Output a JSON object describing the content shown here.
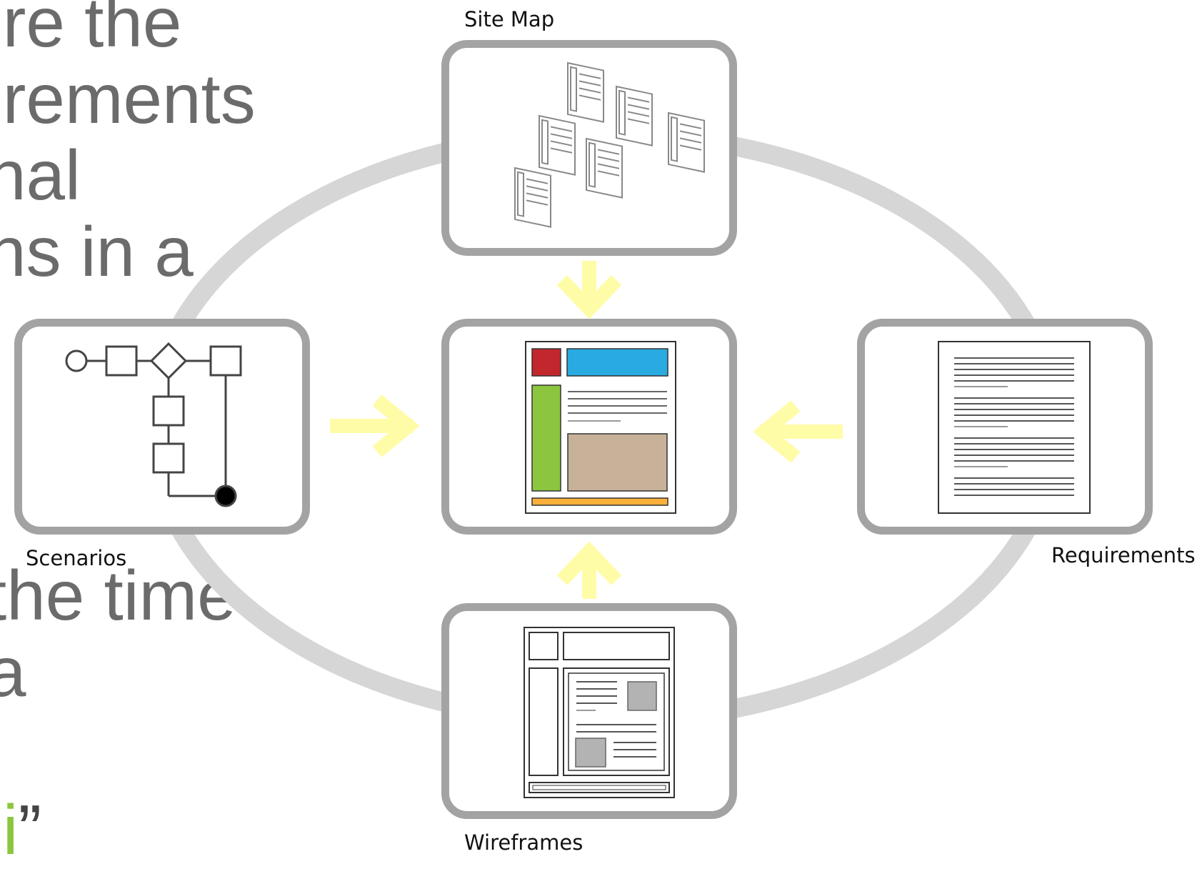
{
  "slide_text": {
    "lines": [
      "ire the",
      "irements",
      "nal",
      "ns in a",
      "the time",
      " a",
      "li",
      "”"
    ]
  },
  "diagram": {
    "labels": {
      "site_map": "Site Map",
      "scenarios": "Scenarios",
      "requirements": "Requirements",
      "wireframes": "Wireframes"
    }
  },
  "colors": {
    "cycle_ring": "#d6d6d6",
    "box_border": "#a3a3a3",
    "arrow": "#fffca8",
    "slide_text": "#6b6b6b",
    "slide_accent": "#8cc63f",
    "mock_red": "#c1272d",
    "mock_blue": "#29abe2",
    "mock_green": "#8cc63f",
    "mock_tan": "#c7b299",
    "mock_orange": "#fbb03b",
    "thumbnail_fill": "#b3b3b3"
  },
  "icons": {
    "site_map": "site-map-pages-icon",
    "scenarios": "flowchart-icon",
    "center": "page-layout-mockup-icon",
    "requirements": "requirements-document-icon",
    "wireframes": "wireframe-icon"
  }
}
